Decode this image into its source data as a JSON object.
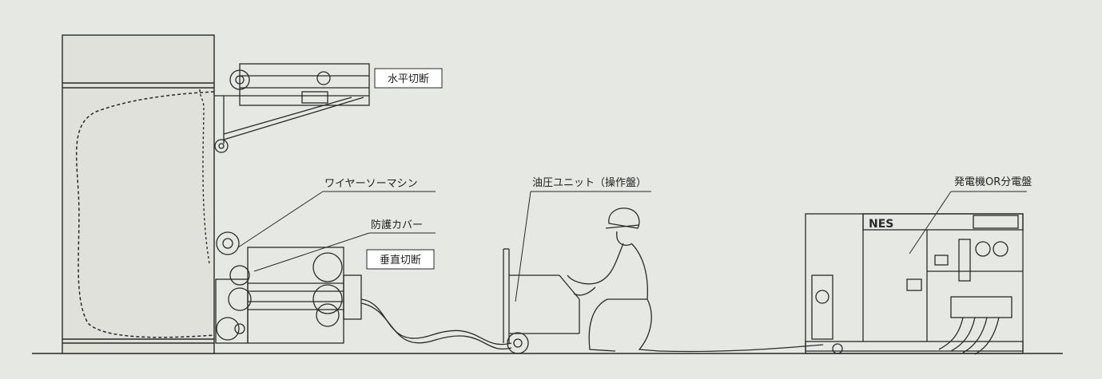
{
  "labels": {
    "horizontal_cut": "水平切断",
    "wire_saw_machine": "ワイヤーソーマシン",
    "protective_cover": "防護カバー",
    "vertical_cut": "垂直切断",
    "hydraulic_unit": "油圧ユニット（操作盤）",
    "generator": "発電機OR分電盤",
    "generator_brand": "NES"
  },
  "colors": {
    "background": "#e6e8e3",
    "line": "#2a2a2a",
    "wall_fill": "#dfe1da"
  }
}
